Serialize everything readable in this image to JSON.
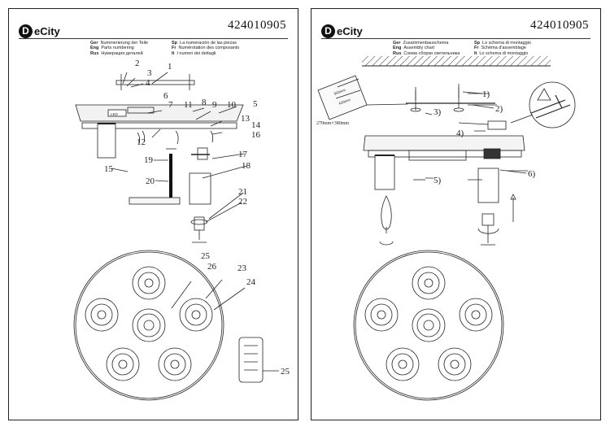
{
  "brand": {
    "logo_mark": "D",
    "logo_text": "eCity"
  },
  "article_code": "424010905",
  "left_page": {
    "legend_col1": [
      {
        "lang": "Ger",
        "text": "Nummerierung der Teile"
      },
      {
        "lang": "Eng",
        "text": "Parts numbering"
      },
      {
        "lang": "Rus",
        "text": "Нумерация деталей"
      }
    ],
    "legend_col2": [
      {
        "lang": "Sp",
        "text": "La numeración de las piezas"
      },
      {
        "lang": "Fr",
        "text": "Numérotation des composants"
      },
      {
        "lang": "It",
        "text": "I numeri dei dettagli"
      }
    ],
    "part_numbers": [
      "1",
      "2",
      "3",
      "4",
      "5",
      "6",
      "7",
      "8",
      "9",
      "10",
      "11",
      "12",
      "13",
      "14",
      "15",
      "16",
      "17",
      "18",
      "19",
      "20",
      "21",
      "22",
      "23",
      "24",
      "25",
      "26"
    ],
    "led_label": "LED",
    "remote_part_number": "25"
  },
  "right_page": {
    "legend_col1": [
      {
        "lang": "Ger",
        "text": "Zusammenbauschema"
      },
      {
        "lang": "Eng",
        "text": "Assembly chart"
      },
      {
        "lang": "Rus",
        "text": "Схема сборки светильника"
      }
    ],
    "legend_col2": [
      {
        "lang": "Sp",
        "text": "Lo schema di montaggio"
      },
      {
        "lang": "Fr",
        "text": "Schéma d'assemblage"
      },
      {
        "lang": "It",
        "text": "Lo schema di montaggio"
      }
    ],
    "steps": [
      "1)",
      "2)",
      "3)",
      "4)",
      "5)",
      "6)"
    ],
    "dim_a": "350mm",
    "dim_b": "420mm",
    "drill_spacing": "270mm×380mm"
  }
}
